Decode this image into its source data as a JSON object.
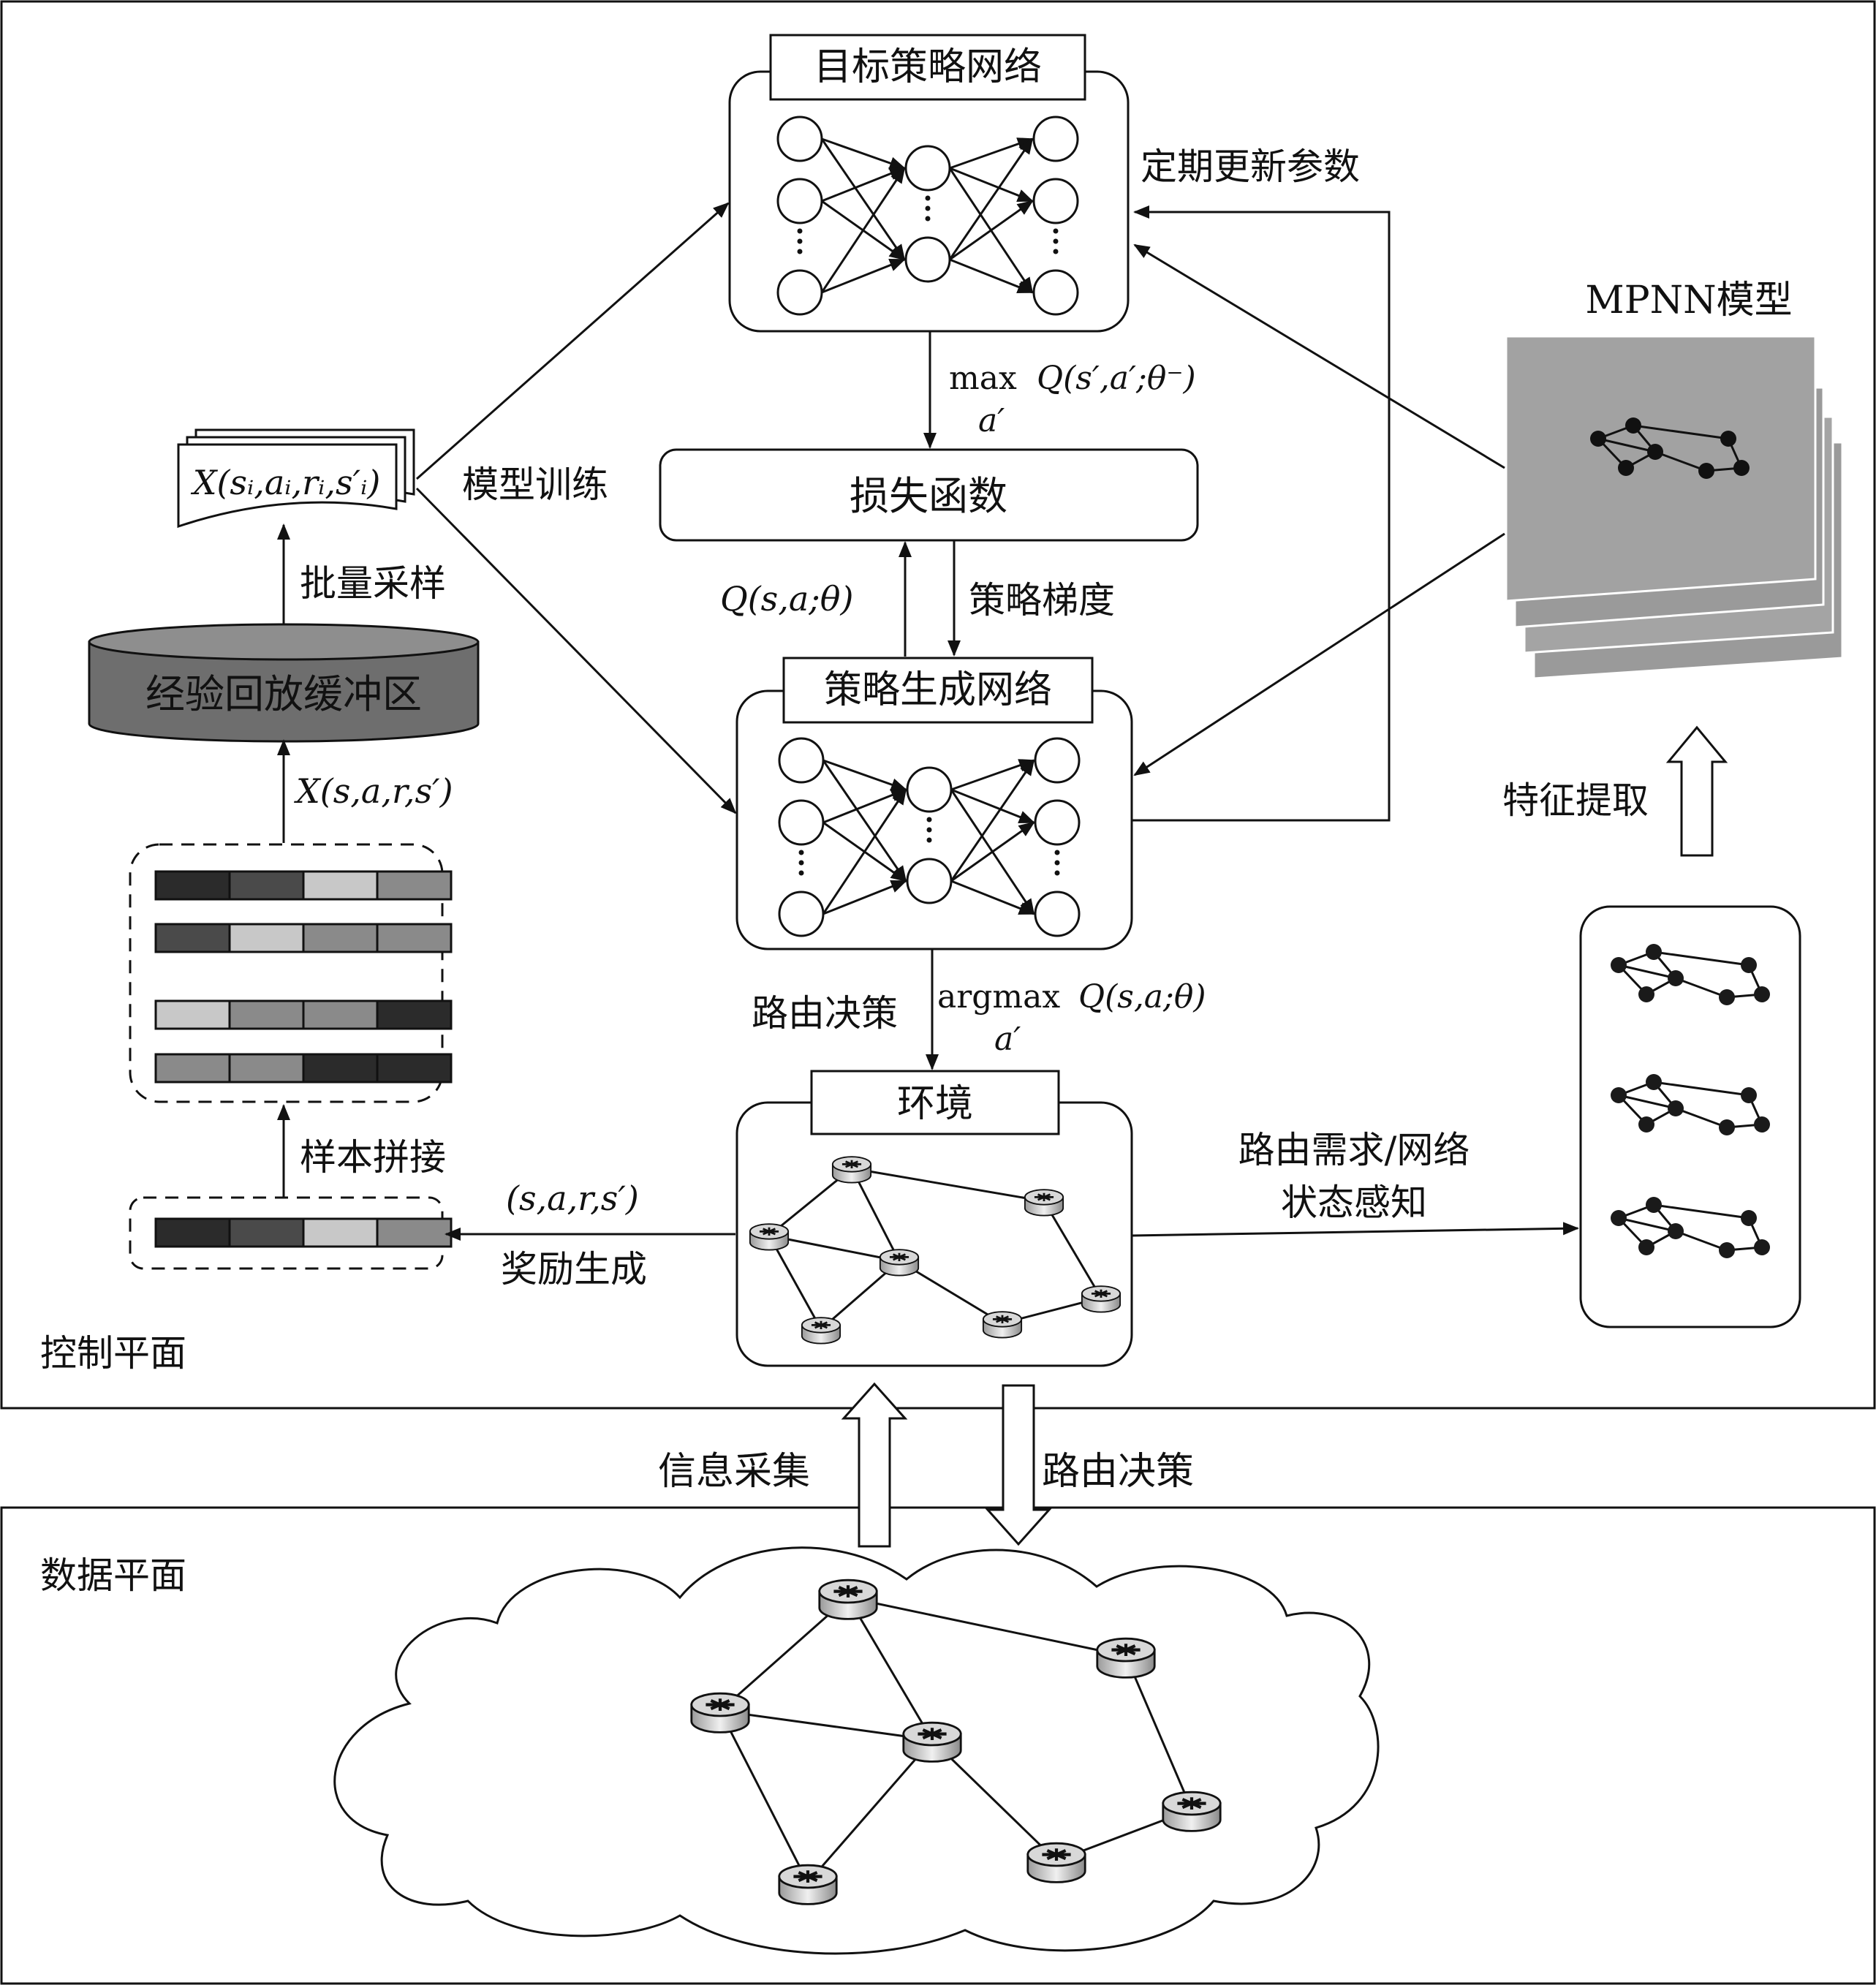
{
  "planes": {
    "control": "控制平面",
    "data": "数据平面"
  },
  "target_network": {
    "title": "目标策略网络"
  },
  "policy_network": {
    "title": "策略生成网络"
  },
  "loss": {
    "title": "损失函数"
  },
  "environment": {
    "title": "环境"
  },
  "replay_buffer": {
    "title": "经验回放缓冲区"
  },
  "mpnn": {
    "title": "MPNN模型"
  },
  "labels": {
    "periodic_update": "定期更新参数",
    "model_training": "模型训练",
    "batch_sampling": "批量采样",
    "policy_gradient": "策略梯度",
    "routing_decision": "路由决策",
    "sample_concat": "样本拼接",
    "reward_generation": "奖励生成",
    "perception_line1": "路由需求/网络",
    "perception_line2": "状态感知",
    "feature_extraction": "特征提取",
    "info_collection": "信息采集",
    "routing_decision_down": "路由决策"
  },
  "formulas": {
    "max_q": "max",
    "max_q_expr": "Q(s′,a′;θ⁻)",
    "max_sub": "a′",
    "q_value": "Q(s,a;θ)",
    "argmax": "argmax",
    "argmax_expr": "Q(s,a;θ)",
    "argmax_sub": "a′",
    "batch_sample": "X(sᵢ,aᵢ,rᵢ,s′ᵢ)",
    "transition": "X(s,a,r,s′)",
    "tuple": "(s,a,r,s′)"
  },
  "colors": {
    "line": "#111111",
    "buffer_fill": "#6e6e6e",
    "mpnn_fill": "#9a9a9a",
    "node_dark": "#1a1a1a",
    "cell_shades": [
      "#2b2b2b",
      "#4a4a4a",
      "#c8c8c8",
      "#8a8a8a"
    ]
  },
  "icons": [
    "router-icon",
    "neural-node-icon",
    "graph-node-icon"
  ]
}
